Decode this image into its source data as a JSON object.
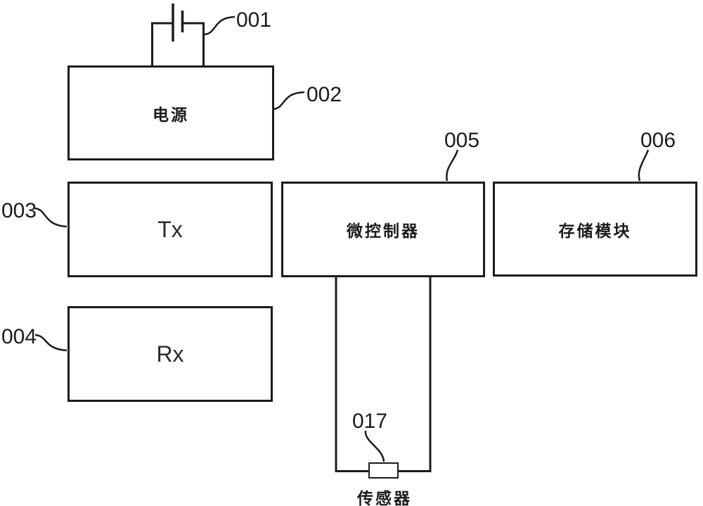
{
  "figure": {
    "type": "patent-block-diagram",
    "background": "#ffffff"
  },
  "colors": {
    "line": "#1c1c1c",
    "background": "#ffffff"
  },
  "blocks": {
    "power": "电源",
    "tx": "Tx",
    "rx": "Rx",
    "mcu": "微控制器",
    "memory": "存储模块",
    "sensor": "传感器"
  },
  "refs": {
    "r001": "001",
    "r002": "002",
    "r003": "003",
    "r004": "004",
    "r005": "005",
    "r006": "006",
    "r017": "017"
  },
  "icons": {
    "battery": "battery-cell-symbol"
  }
}
